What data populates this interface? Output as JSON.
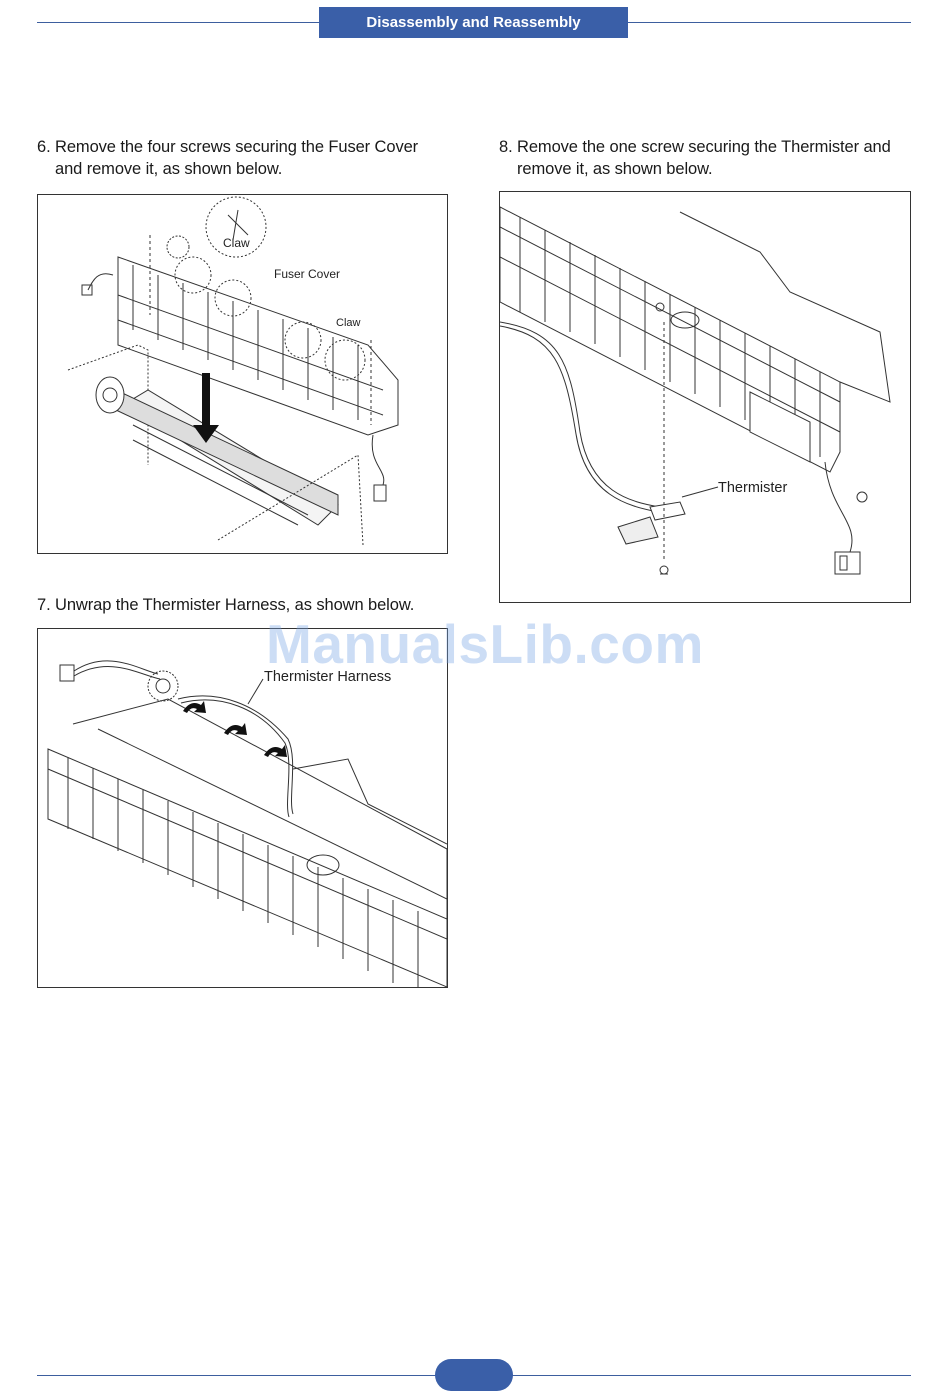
{
  "header": {
    "section_title": "Disassembly and Reassembly"
  },
  "steps": {
    "step6": {
      "line1": "6. Remove the four screws securing the Fuser Cover",
      "line2": "and remove it, as shown below.",
      "labels": {
        "claw_top": "Claw",
        "fuser_cover": "Fuser Cover",
        "claw_right": "Claw"
      }
    },
    "step7": {
      "line1": "7. Unwrap the Thermister Harness, as shown below.",
      "labels": {
        "harness": "Thermister Harness"
      }
    },
    "step8": {
      "line1": "8. Remove the one screw securing the Thermister and",
      "line2": "remove it,   as shown below.",
      "labels": {
        "thermister": "Thermister"
      }
    }
  },
  "watermark": {
    "text": "ManualsLib.com"
  },
  "footer": {
    "page_number": ""
  },
  "colors": {
    "brand_blue": "#3a5fa8",
    "rule_blue": "#3d5e9e",
    "watermark": "#78a5e6"
  }
}
